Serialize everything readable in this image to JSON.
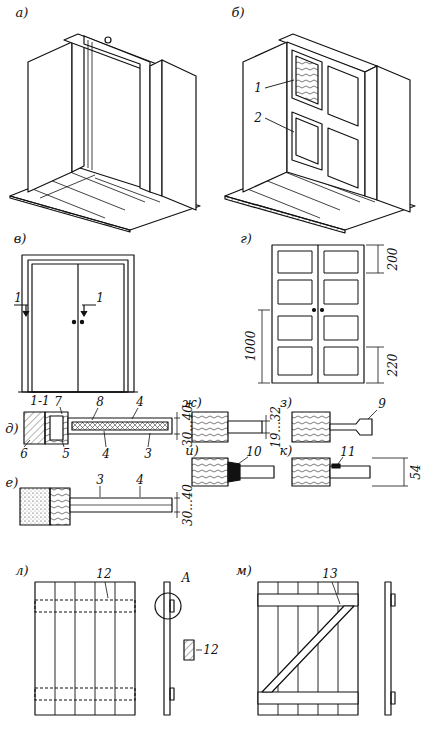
{
  "diagram": {
    "labels": [
      "а)",
      "б)",
      "1",
      "2",
      "в)",
      "г)",
      "1",
      "1",
      "200",
      "1000",
      "220",
      "1-1",
      "д)",
      "7",
      "8",
      "4",
      "30...40",
      "5",
      "4",
      "3",
      "6",
      "ж)",
      "19...32",
      "з)",
      "9",
      "и)",
      "10",
      "к)",
      "11",
      "54",
      "е)",
      "3",
      "4",
      "30...40",
      "л)",
      "12",
      "A",
      "12",
      "м)",
      "13"
    ]
  }
}
